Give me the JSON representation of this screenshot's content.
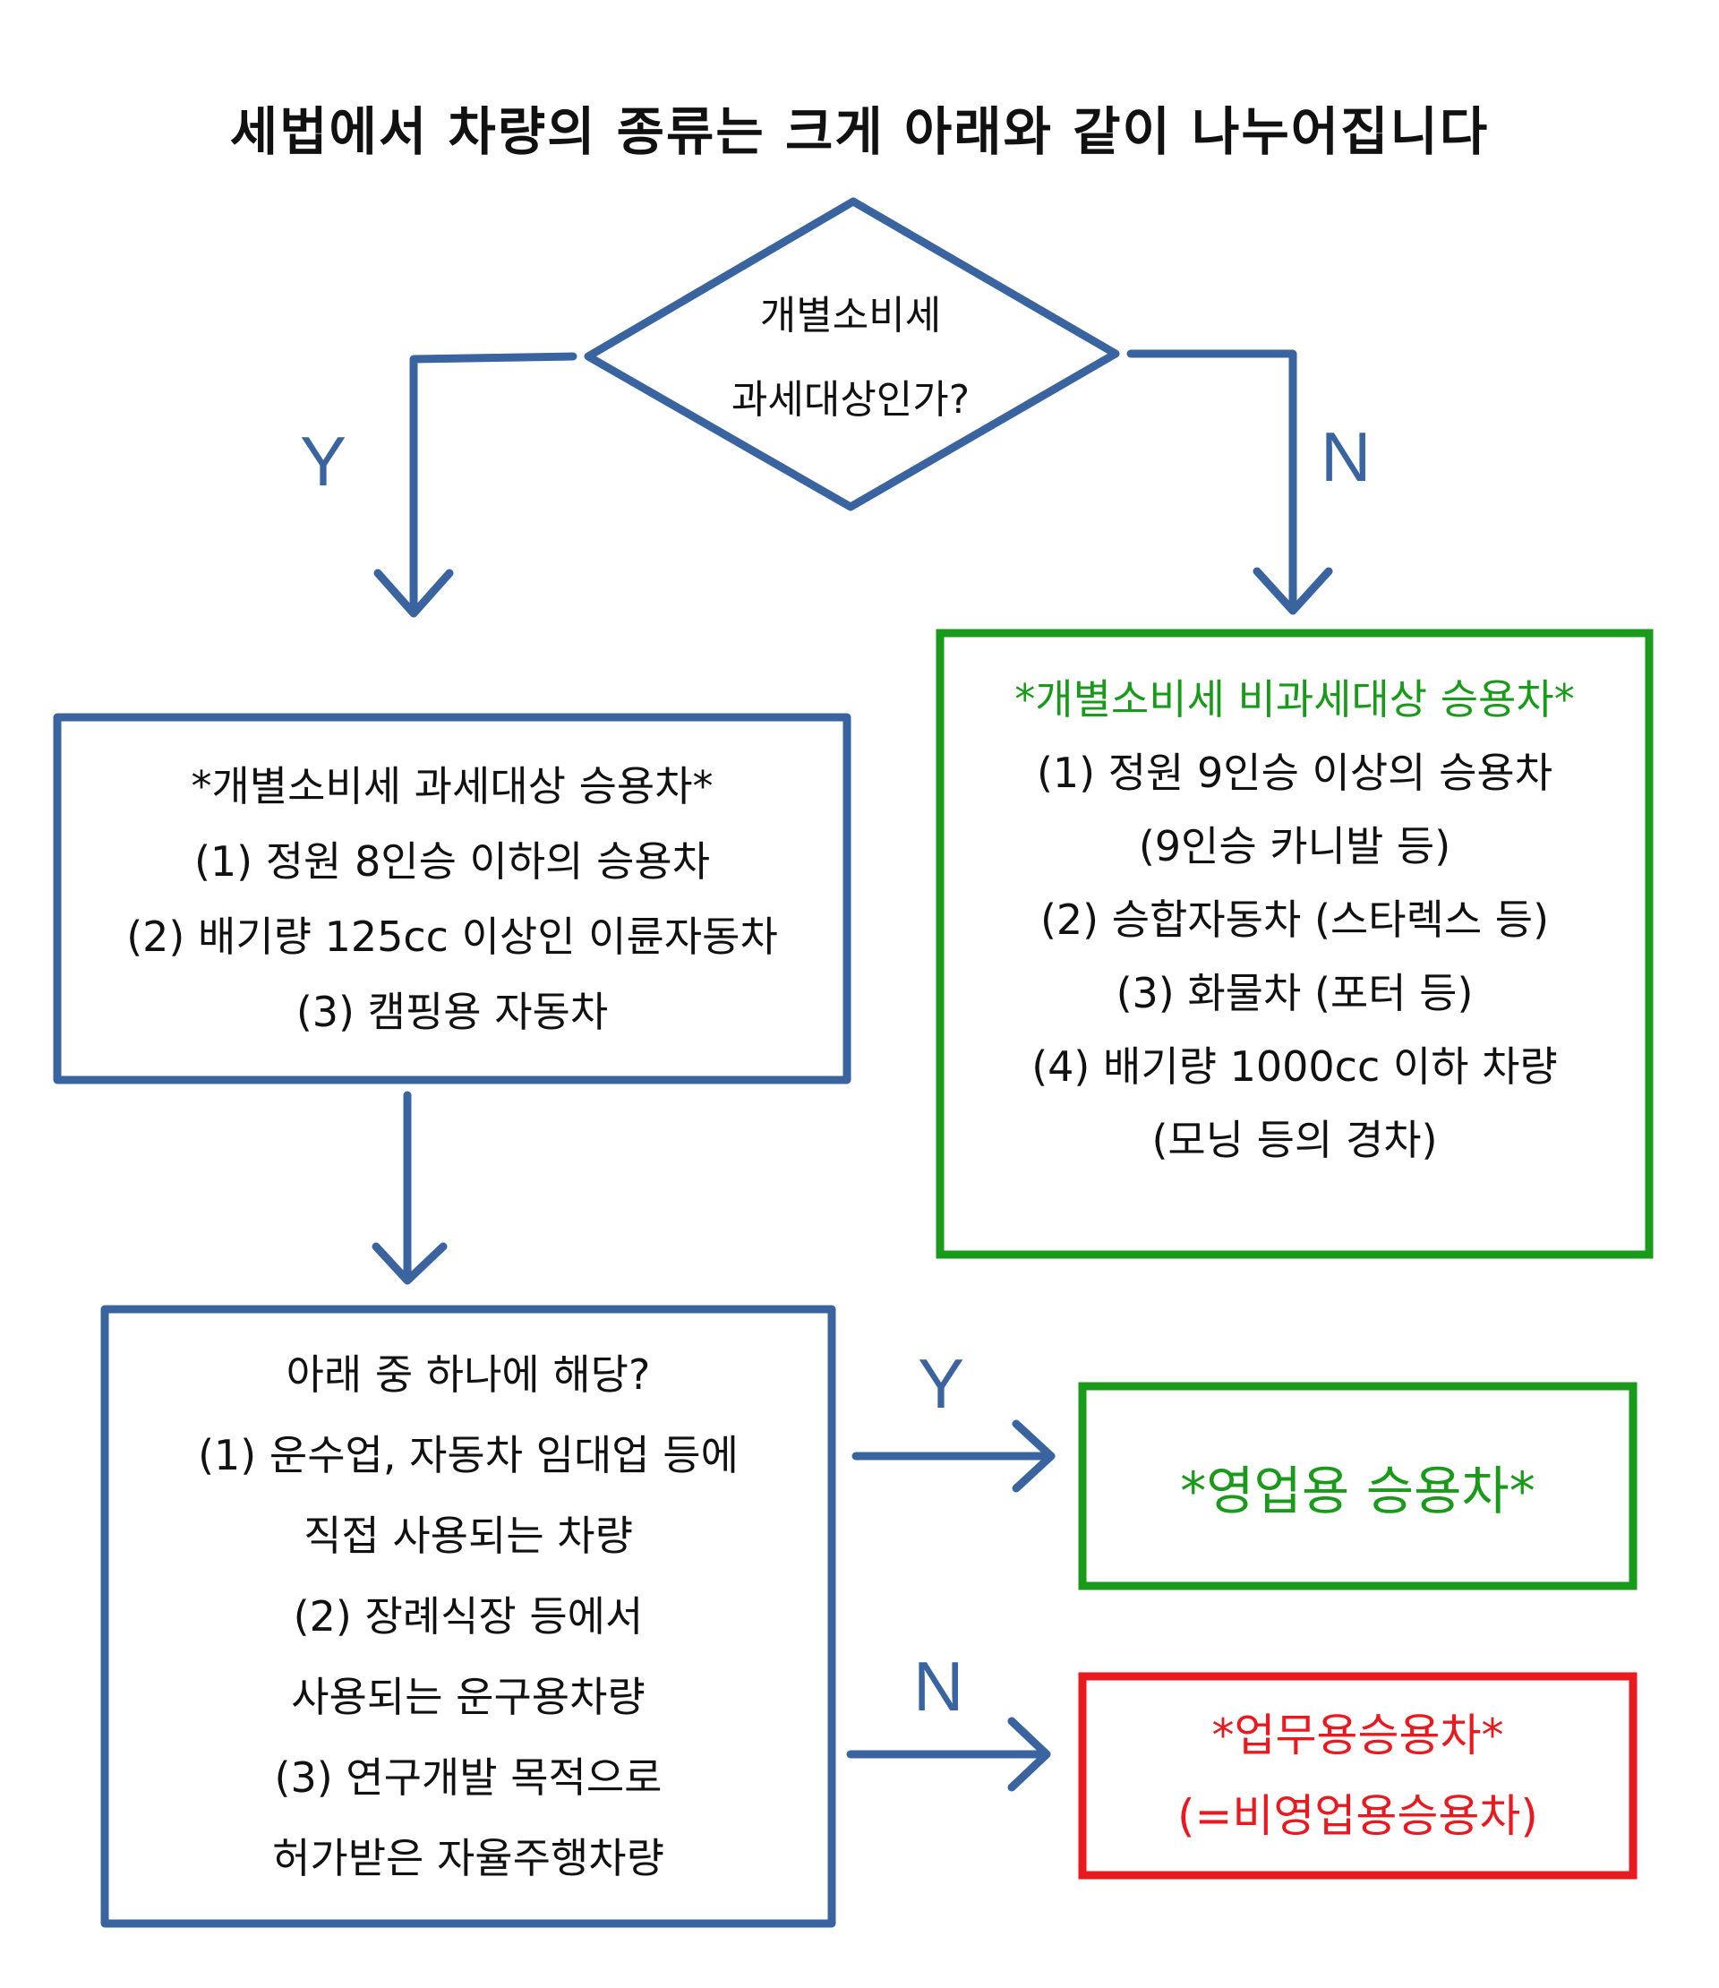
{
  "title": "세법에서 차량의 종류는 크게 아래와 같이 나누어집니다",
  "colors": {
    "blue": "#3a64a0",
    "green": "#1a9a1a",
    "red": "#e8191f"
  },
  "decision": {
    "lines": [
      "개별소비세",
      "과세대상인가?"
    ],
    "yes_label": "Y",
    "no_label": "N"
  },
  "taxable_box": {
    "lines": [
      "*개별소비세 과세대상 승용차*",
      "(1) 정원 8인승 이하의 승용차",
      "(2) 배기량 125cc 이상인 이륜자동차",
      "(3) 캠핑용 자동차"
    ]
  },
  "non_taxable_box": {
    "lines": [
      "*개별소비세 비과세대상 승용차*",
      "(1) 정원 9인승 이상의 승용차",
      "(9인승 카니발 등)",
      "(2) 승합자동차 (스타렉스 등)",
      "(3) 화물차 (포터 등)",
      "(4) 배기량 1000cc 이하 차량",
      "(모닝 등의 경차)"
    ]
  },
  "business_question": {
    "lines": [
      "아래 중 하나에 해당?",
      "(1) 운수업, 자동차 임대업 등에",
      "직접 사용되는 차량",
      "(2) 장례식장 등에서",
      "사용되는 운구용차량",
      "(3) 연구개발 목적으로",
      "허가받은 자율주행차량"
    ],
    "yes_label": "Y",
    "no_label": "N"
  },
  "business_car_box": {
    "lines": [
      "*영업용 승용차*"
    ]
  },
  "non_business_car_box": {
    "lines": [
      "*업무용승용차*",
      "(=비영업용승용차)"
    ]
  }
}
